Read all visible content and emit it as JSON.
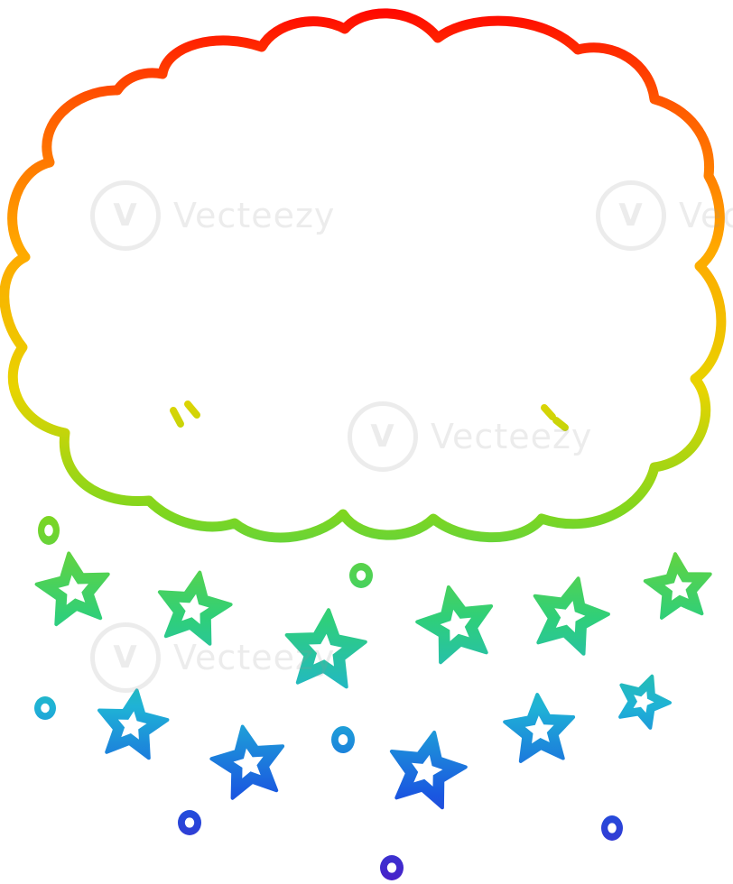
{
  "watermark": {
    "text": "Vecteezy",
    "logo_glyph": "V"
  },
  "illustration": {
    "subject": "cloud",
    "stroke_gradient": [
      "#ff0000",
      "#ff7a00",
      "#ffd000",
      "#7fd61e",
      "#2fcf7a",
      "#1fb2d6",
      "#1a57e0",
      "#4a1fc8"
    ]
  }
}
